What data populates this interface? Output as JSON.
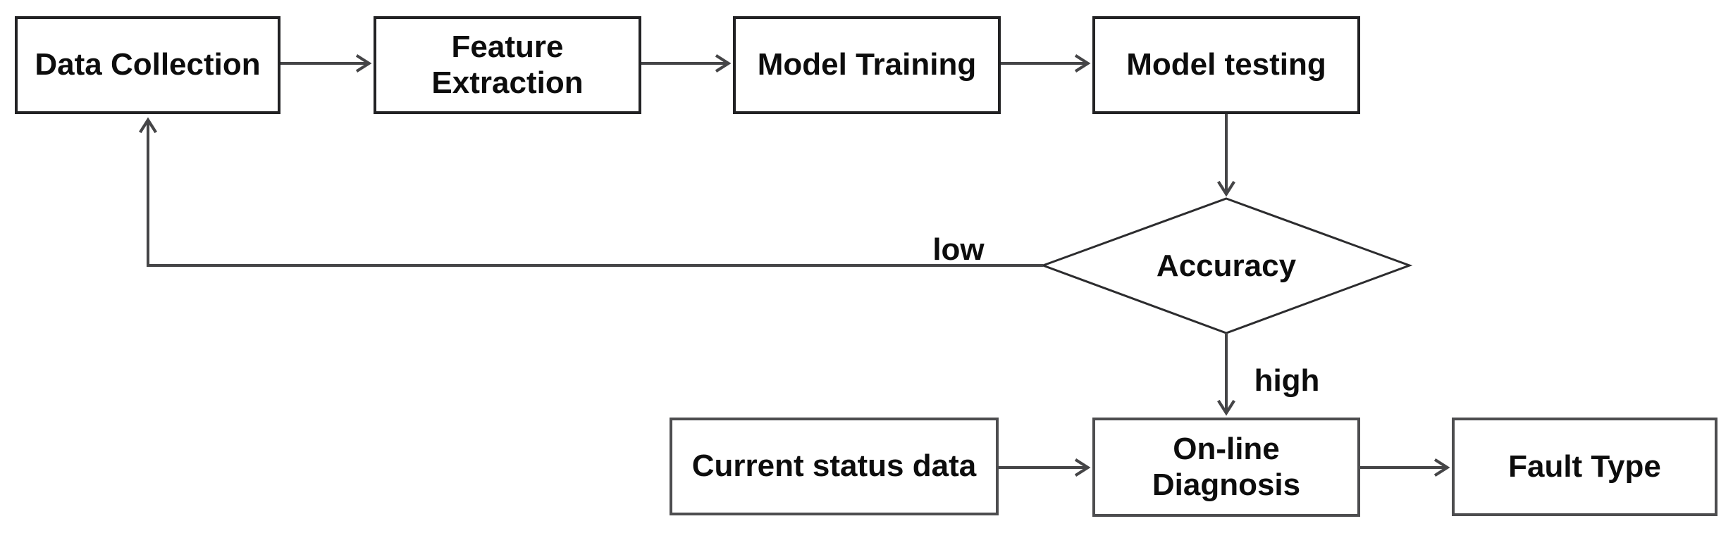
{
  "diagram": {
    "type": "flowchart",
    "background_color": "#ffffff",
    "colors": {
      "box_border_top_row": "#222224",
      "box_border_bottom_row": "#4d4d4f",
      "connector_line": "#454547",
      "text": "#0d0d0d"
    },
    "nodes": [
      {
        "id": "data-collection",
        "shape": "rect",
        "label": "Data Collection"
      },
      {
        "id": "feature-extraction",
        "shape": "rect",
        "label": "Feature\nExtraction"
      },
      {
        "id": "model-training",
        "shape": "rect",
        "label": "Model Training"
      },
      {
        "id": "model-testing",
        "shape": "rect",
        "label": "Model testing"
      },
      {
        "id": "accuracy",
        "shape": "diamond",
        "label": "Accuracy"
      },
      {
        "id": "current-status-data",
        "shape": "rect",
        "label": "Current status data"
      },
      {
        "id": "online-diagnosis",
        "shape": "rect",
        "label": "On-line\nDiagnosis"
      },
      {
        "id": "fault-type",
        "shape": "rect",
        "label": "Fault Type"
      }
    ],
    "edges": [
      {
        "from": "data-collection",
        "to": "feature-extraction",
        "label": ""
      },
      {
        "from": "feature-extraction",
        "to": "model-training",
        "label": ""
      },
      {
        "from": "model-training",
        "to": "model-testing",
        "label": ""
      },
      {
        "from": "model-testing",
        "to": "accuracy",
        "label": ""
      },
      {
        "from": "accuracy",
        "to": "data-collection",
        "label": "low"
      },
      {
        "from": "accuracy",
        "to": "online-diagnosis",
        "label": "high"
      },
      {
        "from": "current-status-data",
        "to": "online-diagnosis",
        "label": ""
      },
      {
        "from": "online-diagnosis",
        "to": "fault-type",
        "label": ""
      }
    ]
  }
}
